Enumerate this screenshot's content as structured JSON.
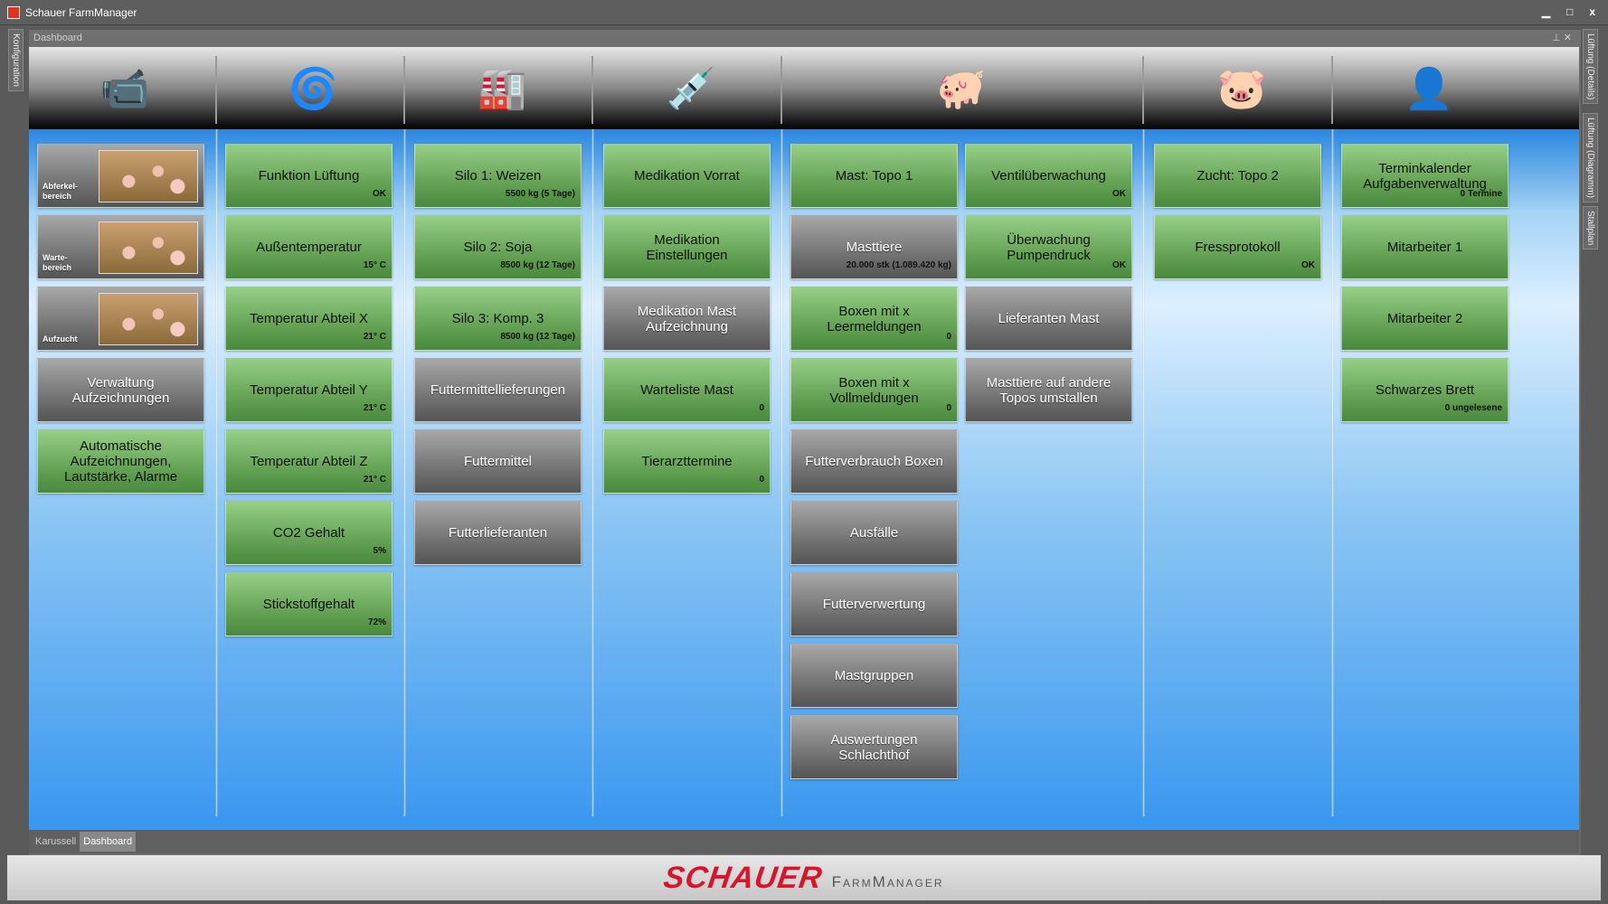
{
  "window": {
    "title": "Schauer FarmManager",
    "minimize": "▁",
    "maximize": "□",
    "close": "x"
  },
  "left_tabs": [
    "Konfiguration"
  ],
  "right_tabs": [
    "Lüftung (Details)",
    "Lüftung (Diagramm)",
    "Stallplan"
  ],
  "doc": {
    "title": "Dashboard",
    "pin": "⊥ ✕"
  },
  "icons": [
    "camera-icon",
    "fan-thermometer-icon",
    "silo-icon",
    "medication-icon",
    "pig-feeding-icon",
    "sow-piglets-icon",
    "employee-icon"
  ],
  "icon_glyphs": [
    "📹",
    "🌀",
    "🏭",
    "💉",
    "🐖",
    "🐷",
    "👤"
  ],
  "columns": [
    {
      "tiles": [
        {
          "type": "photo",
          "label": "Abferkel-bereich",
          "color": "gray"
        },
        {
          "type": "photo",
          "label": "Warte-bereich",
          "color": "gray"
        },
        {
          "type": "photo",
          "label": "Aufzucht",
          "color": "gray"
        },
        {
          "label": "Verwaltung Aufzeichnungen",
          "color": "gray"
        },
        {
          "label": "Automatische Aufzeichnungen, Lautstärke, Alarme",
          "color": "green"
        }
      ]
    },
    {
      "tiles": [
        {
          "label": "Funktion Lüftung",
          "value": "OK",
          "color": "green"
        },
        {
          "label": "Außentemperatur",
          "value": "15° C",
          "color": "green"
        },
        {
          "label": "Temperatur Abteil X",
          "value": "21° C",
          "color": "green"
        },
        {
          "label": "Temperatur Abteil Y",
          "value": "21° C",
          "color": "green"
        },
        {
          "label": "Temperatur Abteil Z",
          "value": "21° C",
          "color": "green"
        },
        {
          "label": "CO2 Gehalt",
          "value": "5%",
          "color": "green"
        },
        {
          "label": "Stickstoffgehalt",
          "value": "72%",
          "color": "green"
        }
      ]
    },
    {
      "tiles": [
        {
          "label": "Silo 1: Weizen",
          "value": "5500 kg (5 Tage)",
          "color": "green"
        },
        {
          "label": "Silo 2: Soja",
          "value": "8500 kg (12 Tage)",
          "color": "green"
        },
        {
          "label": "Silo 3: Komp. 3",
          "value": "8500 kg (12 Tage)",
          "color": "green"
        },
        {
          "label": "Futtermittellieferungen",
          "color": "gray"
        },
        {
          "label": "Futtermittel",
          "color": "gray"
        },
        {
          "label": "Futterlieferanten",
          "color": "gray"
        }
      ]
    },
    {
      "tiles": [
        {
          "label": "Medikation Vorrat",
          "color": "green"
        },
        {
          "label": "Medikation Einstellungen",
          "color": "green"
        },
        {
          "label": "Medikation Mast Aufzeichnung",
          "color": "gray"
        },
        {
          "label": "Warteliste Mast",
          "value": "0",
          "color": "green"
        },
        {
          "label": "Tierarzttermine",
          "value": "0",
          "color": "green"
        }
      ]
    },
    {
      "tiles": [
        {
          "label": "Mast: Topo 1",
          "color": "green"
        },
        {
          "label": "Masttiere",
          "value": "20.000 stk (1.089.420 kg)",
          "color": "gray"
        },
        {
          "label": "Boxen mit x Leermeldungen",
          "value": "0",
          "color": "green"
        },
        {
          "label": "Boxen mit x Vollmeldungen",
          "value": "0",
          "color": "green"
        },
        {
          "label": "Futterverbrauch Boxen",
          "color": "gray"
        },
        {
          "label": "Ausfälle",
          "color": "gray"
        },
        {
          "label": "Futterverwertung",
          "color": "gray"
        },
        {
          "label": "Mastgruppen",
          "color": "gray"
        },
        {
          "label": "Auswertungen Schlachthof",
          "color": "gray"
        }
      ]
    },
    {
      "tiles": [
        {
          "label": "Ventilüberwachung",
          "value": "OK",
          "color": "green"
        },
        {
          "label": "Überwachung Pumpendruck",
          "value": "OK",
          "color": "green"
        },
        {
          "label": "Lieferanten Mast",
          "color": "gray"
        },
        {
          "label": "Masttiere auf andere Topos umstallen",
          "color": "gray"
        }
      ]
    },
    {
      "tiles": [
        {
          "label": "Zucht: Topo 2",
          "color": "green"
        },
        {
          "label": "Fressprotokoll",
          "value": "OK",
          "color": "green"
        }
      ]
    },
    {
      "tiles": [
        {
          "label": "Terminkalender Aufgabenverwaltung",
          "value": "0 Termine",
          "color": "green"
        },
        {
          "label": "Mitarbeiter 1",
          "color": "green"
        },
        {
          "label": "Mitarbeiter 2",
          "color": "green"
        },
        {
          "label": "Schwarzes Brett",
          "value": "0 ungelesene",
          "color": "green"
        }
      ]
    }
  ],
  "bottom_tabs": [
    "Karussell",
    "Dashboard"
  ],
  "footer": {
    "brand": "SCHAUER",
    "product": "FarmManager"
  }
}
